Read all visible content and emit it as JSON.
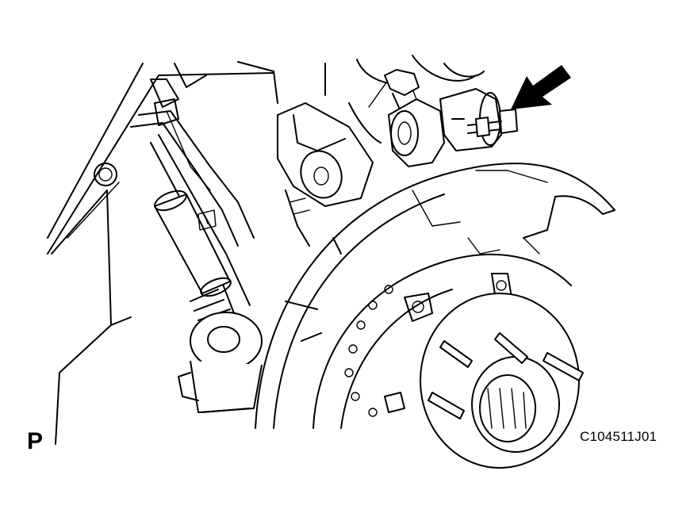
{
  "labels": {
    "view_letter": "P",
    "figure_code": "C104511J01"
  },
  "icons": {
    "pointer_arrow": "arrow-pointing-to-bolt"
  },
  "colors": {
    "line": "#000000",
    "background": "#ffffff"
  }
}
